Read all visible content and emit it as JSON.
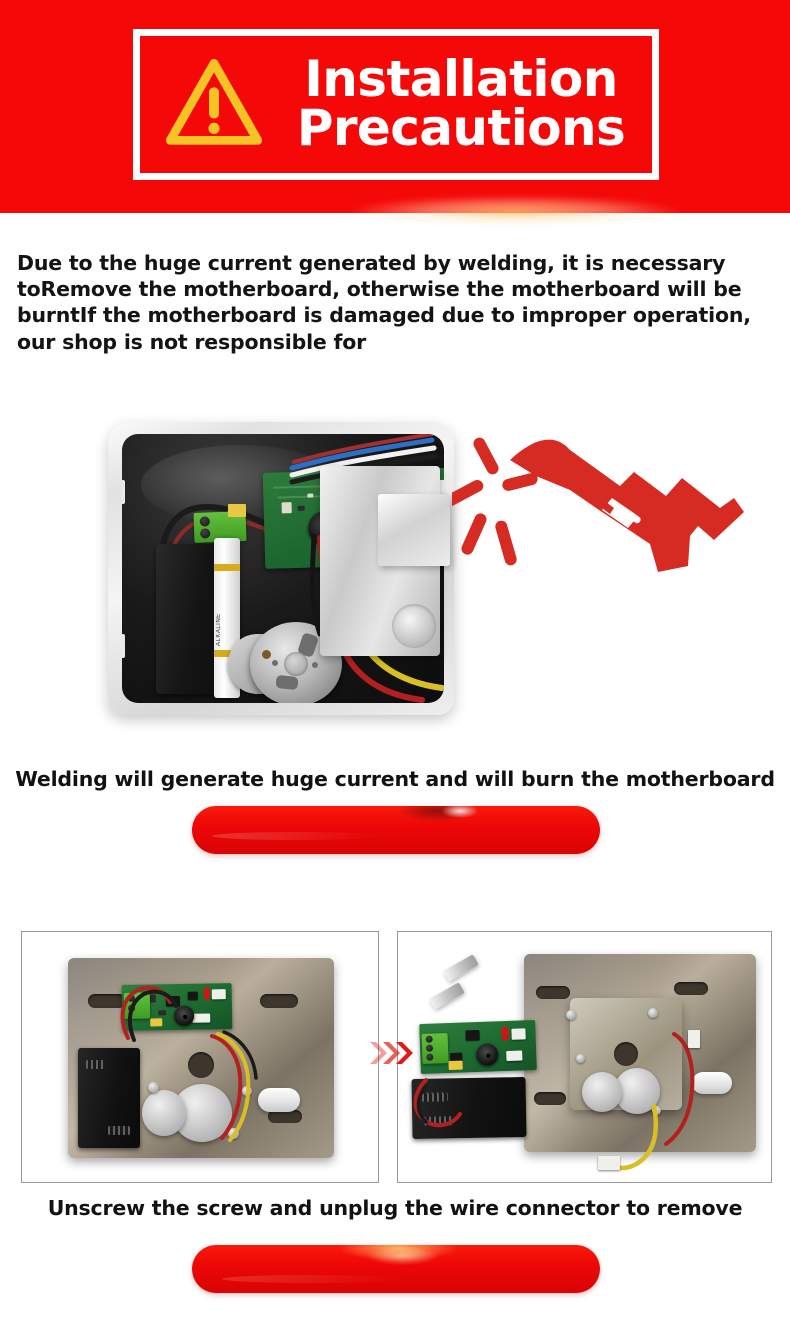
{
  "header": {
    "icon": "warning-triangle-icon",
    "title_line1": "Installation",
    "title_line2": "Precautions",
    "background_color": "#f50808",
    "frame_color": "#ffffff",
    "icon_color": "#f6c324"
  },
  "intro": {
    "paragraph": "Due to the huge current generated by welding, it is necessary toRemove the motherboard, otherwise the motherboard will be burntIf the motherboard is damaged due to improper operation, our shop is not responsible for"
  },
  "hero": {
    "photo_name": "open-electronic-rim-lock-photo",
    "overlay_icon": "welding-torch-icon",
    "overlay_icon_color": "#d62b22",
    "caption": "Welding will generate huge current and will burn the motherboard",
    "divider_color": "#ec0606"
  },
  "steps": {
    "left_panel": {
      "photo_name": "lock-assembled-with-motherboard-photo"
    },
    "arrow_icon": "double-chevron-right-icon",
    "arrow_color": "#e01b16",
    "right_panel": {
      "photo_name": "lock-with-motherboard-removed-photo"
    },
    "caption": "Unscrew the screw and unplug the wire connector to remove",
    "divider_color": "#ec0606"
  }
}
